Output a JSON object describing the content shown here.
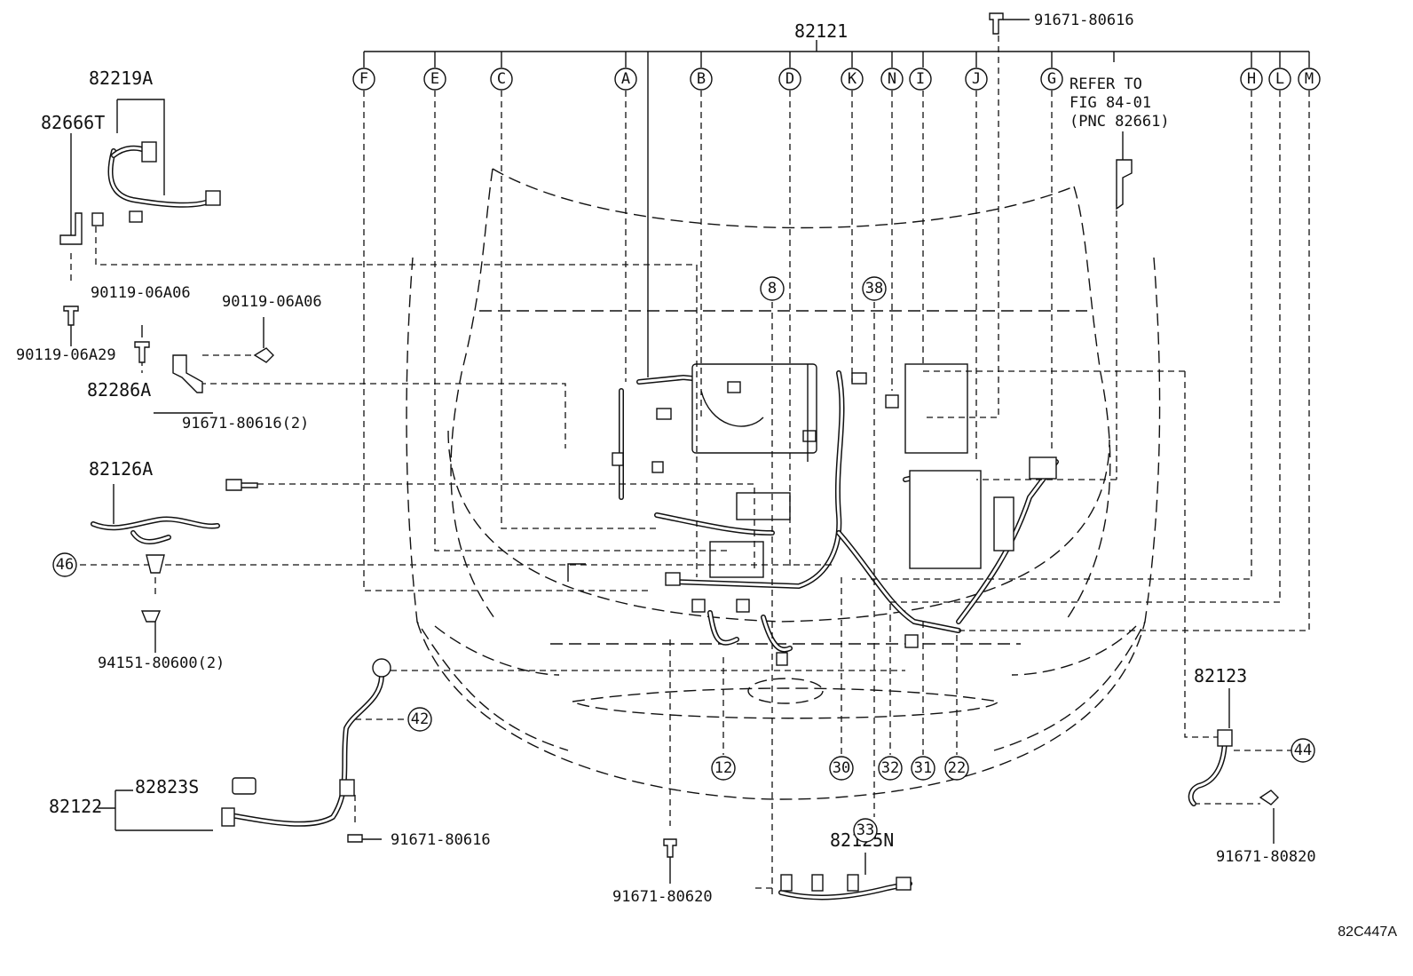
{
  "parts": {
    "p82121": "82121",
    "p91671_80616_top": "91671-80616",
    "p82219A": "82219A",
    "p82666T": "82666T",
    "p90119_06A06_a": "90119-06A06",
    "p90119_06A06_b": "90119-06A06",
    "p90119_06A29": "90119-06A29",
    "p82286A": "82286A",
    "p91671_80616_2": "91671-80616(2)",
    "p82126A": "82126A",
    "p94151_80600": "94151-80600(2)",
    "p82123": "82123",
    "p91671_80820": "91671-80820",
    "p82823S": "82823S",
    "p82122": "82122",
    "p91671_80616_bot": "91671-80616",
    "p91671_80620": "91671-80620",
    "p82125N": "82125N"
  },
  "letters": [
    "F",
    "E",
    "C",
    "A",
    "B",
    "D",
    "K",
    "N",
    "I",
    "J",
    "G",
    "H",
    "L",
    "M"
  ],
  "numbers": {
    "n8": "8",
    "n38": "38",
    "n46": "46",
    "n42": "42",
    "n44": "44",
    "n12": "12",
    "n30": "30",
    "n32": "32",
    "n31": "31",
    "n22": "22",
    "n33": "33"
  },
  "refer": {
    "line1": "REFER TO",
    "line2": "FIG 84-01",
    "line3": "(PNC 82661)"
  },
  "figure_code": "82C447A"
}
